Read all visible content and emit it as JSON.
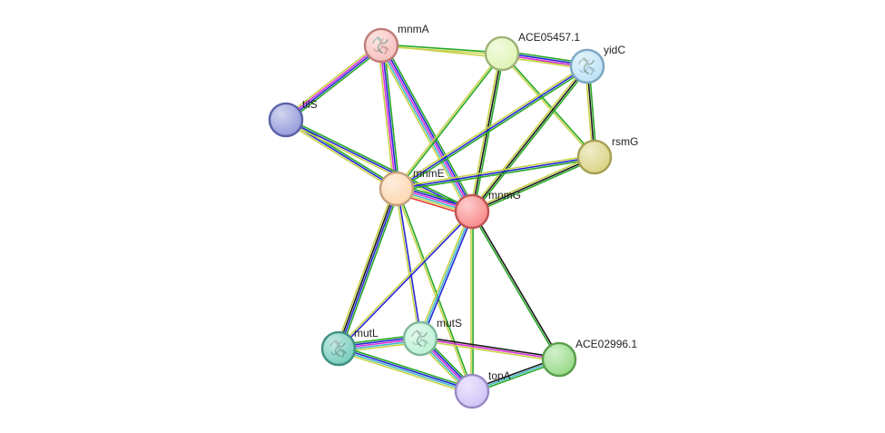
{
  "nodes": [
    {
      "id": "mnmA",
      "label": "mnmA",
      "fill": "#f7c3c0",
      "stroke": "#c07c7a",
      "structure": true
    },
    {
      "id": "ACE05457.1",
      "label": "ACE05457.1",
      "fill": "#e2f5b8",
      "stroke": "#9cb376",
      "structure": false
    },
    {
      "id": "yidC",
      "label": "yidC",
      "fill": "#c2e4f7",
      "stroke": "#7ca7c4",
      "structure": true
    },
    {
      "id": "tilS",
      "label": "tilS",
      "fill": "#9aa0dc",
      "stroke": "#5b61a8",
      "structure": false
    },
    {
      "id": "rsmG",
      "label": "rsmG",
      "fill": "#dcd68a",
      "stroke": "#a6a056",
      "structure": false
    },
    {
      "id": "mnmE",
      "label": "mnmE",
      "fill": "#fdd9b4",
      "stroke": "#c4a07c",
      "structure": false
    },
    {
      "id": "mnmG",
      "label": "mnmG",
      "fill": "#f98f8f",
      "stroke": "#c05454",
      "structure": false
    },
    {
      "id": "mutL",
      "label": "mutL",
      "fill": "#7ccfbf",
      "stroke": "#3f8f82",
      "structure": true
    },
    {
      "id": "mutS",
      "label": "mutS",
      "fill": "#bff2d7",
      "stroke": "#7fb89a",
      "structure": true
    },
    {
      "id": "ACE02996.1",
      "label": "ACE02996.1",
      "fill": "#9bdc8c",
      "stroke": "#5a9d4c",
      "structure": false
    },
    {
      "id": "topA",
      "label": "topA",
      "fill": "#d3c6f7",
      "stroke": "#9a8ac4",
      "structure": false
    }
  ],
  "edge_colors": {
    "textmining": "#c8d24a",
    "coexpression": "#1a1a1a",
    "experiments": "#d82fd8",
    "databases": "#3fb9c9",
    "cooccurrence": "#2525d6",
    "neighborhood": "#26a826",
    "fusion": "#e33a3a",
    "homology": "#b5b5e8"
  },
  "edges": [
    {
      "source": "mnmA",
      "target": "ACE05457.1",
      "evidence": [
        "neighborhood",
        "textmining"
      ]
    },
    {
      "source": "mnmA",
      "target": "tilS",
      "evidence": [
        "neighborhood",
        "cooccurrence",
        "experiments",
        "textmining"
      ]
    },
    {
      "source": "mnmA",
      "target": "mnmE",
      "evidence": [
        "neighborhood",
        "cooccurrence",
        "experiments",
        "textmining"
      ]
    },
    {
      "source": "mnmA",
      "target": "mnmG",
      "evidence": [
        "neighborhood",
        "cooccurrence",
        "experiments",
        "databases",
        "textmining"
      ]
    },
    {
      "source": "mnmA",
      "target": "yidC",
      "evidence": [
        "textmining"
      ]
    },
    {
      "source": "ACE05457.1",
      "target": "yidC",
      "evidence": [
        "neighborhood",
        "cooccurrence",
        "experiments",
        "textmining"
      ]
    },
    {
      "source": "ACE05457.1",
      "target": "rsmG",
      "evidence": [
        "neighborhood",
        "textmining"
      ]
    },
    {
      "source": "ACE05457.1",
      "target": "mnmE",
      "evidence": [
        "neighborhood",
        "textmining"
      ]
    },
    {
      "source": "ACE05457.1",
      "target": "mnmG",
      "evidence": [
        "neighborhood",
        "coexpression",
        "textmining"
      ]
    },
    {
      "source": "yidC",
      "target": "rsmG",
      "evidence": [
        "neighborhood",
        "coexpression",
        "textmining"
      ]
    },
    {
      "source": "yidC",
      "target": "mnmE",
      "evidence": [
        "neighborhood",
        "cooccurrence",
        "textmining"
      ]
    },
    {
      "source": "yidC",
      "target": "mnmG",
      "evidence": [
        "neighborhood",
        "coexpression",
        "textmining"
      ]
    },
    {
      "source": "tilS",
      "target": "mnmE",
      "evidence": [
        "neighborhood",
        "cooccurrence",
        "textmining"
      ]
    },
    {
      "source": "tilS",
      "target": "mnmG",
      "evidence": [
        "neighborhood",
        "cooccurrence",
        "textmining"
      ]
    },
    {
      "source": "rsmG",
      "target": "mnmE",
      "evidence": [
        "neighborhood",
        "cooccurrence",
        "textmining"
      ]
    },
    {
      "source": "rsmG",
      "target": "mnmG",
      "evidence": [
        "neighborhood",
        "coexpression",
        "textmining"
      ]
    },
    {
      "source": "mnmE",
      "target": "mnmG",
      "evidence": [
        "neighborhood",
        "cooccurrence",
        "experiments",
        "databases",
        "textmining",
        "fusion"
      ]
    },
    {
      "source": "mnmE",
      "target": "mutL",
      "evidence": [
        "neighborhood",
        "cooccurrence",
        "coexpression",
        "textmining"
      ]
    },
    {
      "source": "mnmE",
      "target": "mutS",
      "evidence": [
        "cooccurrence",
        "textmining"
      ]
    },
    {
      "source": "mnmE",
      "target": "topA",
      "evidence": [
        "neighborhood",
        "textmining"
      ]
    },
    {
      "source": "mnmG",
      "target": "mutL",
      "evidence": [
        "cooccurrence",
        "textmining"
      ]
    },
    {
      "source": "mnmG",
      "target": "mutS",
      "evidence": [
        "cooccurrence",
        "databases",
        "textmining"
      ]
    },
    {
      "source": "mnmG",
      "target": "topA",
      "evidence": [
        "neighborhood",
        "textmining"
      ]
    },
    {
      "source": "mnmG",
      "target": "ACE02996.1",
      "evidence": [
        "coexpression",
        "neighborhood"
      ]
    },
    {
      "source": "mutL",
      "target": "mutS",
      "evidence": [
        "neighborhood",
        "cooccurrence",
        "experiments",
        "databases",
        "textmining"
      ]
    },
    {
      "source": "mutL",
      "target": "topA",
      "evidence": [
        "neighborhood",
        "cooccurrence",
        "databases",
        "textmining"
      ]
    },
    {
      "source": "mutS",
      "target": "topA",
      "evidence": [
        "neighborhood",
        "cooccurrence",
        "experiments",
        "databases",
        "textmining"
      ]
    },
    {
      "source": "mutS",
      "target": "ACE02996.1",
      "evidence": [
        "coexpression",
        "experiments",
        "textmining"
      ]
    },
    {
      "source": "topA",
      "target": "ACE02996.1",
      "evidence": [
        "coexpression",
        "databases",
        "neighborhood"
      ]
    }
  ]
}
